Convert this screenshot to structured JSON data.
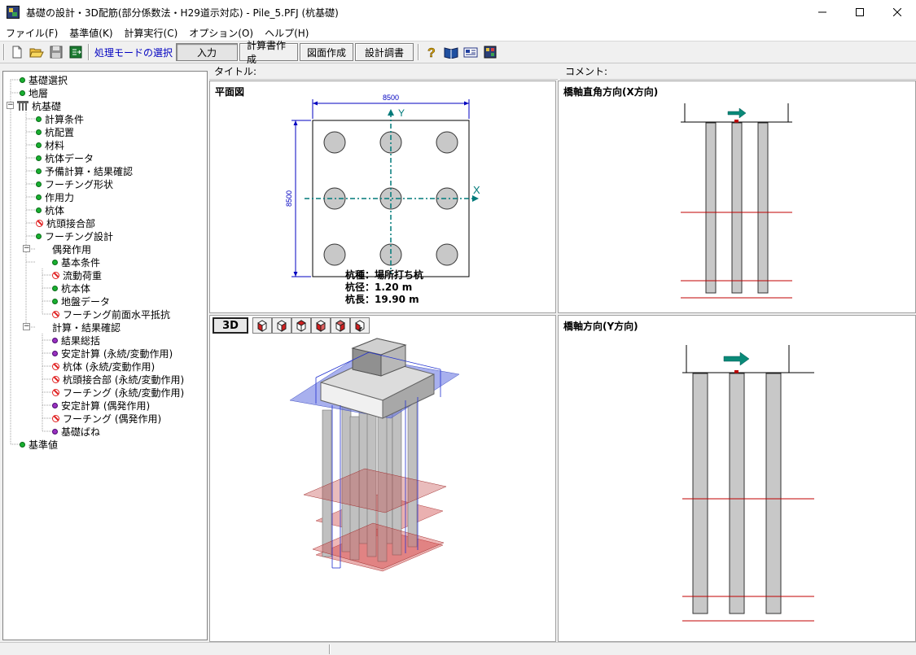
{
  "window": {
    "title": "基礎の設計・3D配筋(部分係数法・H29道示対応) - Pile_5.PFJ (杭基礎)"
  },
  "menu": [
    "ファイル(F)",
    "基準値(K)",
    "計算実行(C)",
    "オプション(O)",
    "ヘルプ(H)"
  ],
  "toolbar": {
    "mode_label": "処理モードの選択",
    "modes": [
      "入力",
      "計算書作成",
      "図面作成",
      "設計調書"
    ]
  },
  "tree": [
    {
      "label": "基礎選択",
      "status": "green"
    },
    {
      "label": "地層",
      "status": "green"
    },
    {
      "label": "杭基礎",
      "status": "folder"
    },
    {
      "label": "計算条件",
      "status": "green"
    },
    {
      "label": "杭配置",
      "status": "green"
    },
    {
      "label": "材料",
      "status": "green"
    },
    {
      "label": "杭体データ",
      "status": "green"
    },
    {
      "label": "予備計算・結果確認",
      "status": "green"
    },
    {
      "label": "フーチング形状",
      "status": "green"
    },
    {
      "label": "作用力",
      "status": "green"
    },
    {
      "label": "杭体",
      "status": "green"
    },
    {
      "label": "杭頭接合部",
      "status": "none"
    },
    {
      "label": "フーチング設計",
      "status": "green"
    },
    {
      "label": "偶発作用",
      "status": "group"
    },
    {
      "label": "基本条件",
      "status": "green"
    },
    {
      "label": "流動荷重",
      "status": "none"
    },
    {
      "label": "杭本体",
      "status": "green"
    },
    {
      "label": "地盤データ",
      "status": "green"
    },
    {
      "label": "フーチング前面水平抵抗",
      "status": "none"
    },
    {
      "label": "計算・結果確認",
      "status": "group"
    },
    {
      "label": "結果総括",
      "status": "purple"
    },
    {
      "label": "安定計算 (永続/変動作用)",
      "status": "purple"
    },
    {
      "label": "杭体 (永続/変動作用)",
      "status": "none"
    },
    {
      "label": "杭頭接合部 (永続/変動作用)",
      "status": "none"
    },
    {
      "label": "フーチング (永続/変動作用)",
      "status": "none"
    },
    {
      "label": "安定計算 (偶発作用)",
      "status": "purple"
    },
    {
      "label": "フーチング (偶発作用)",
      "status": "none"
    },
    {
      "label": "基礎ばね",
      "status": "purple"
    },
    {
      "label": "基準値",
      "status": "green"
    }
  ],
  "headers": {
    "title_label": "タイトル:",
    "comment_label": "コメント:"
  },
  "plan": {
    "title": "平面図",
    "dim_width": "8500",
    "dim_height": "8500",
    "axis_x": "X",
    "axis_y": "Y",
    "pile_type": "杭種：場所打ち杭",
    "pile_diameter": "杭径：1.20 m",
    "pile_length": "杭長：19.90 m"
  },
  "view3d": {
    "button_label": "3D"
  },
  "sideX": {
    "title": "橋軸直角方向(X方向)"
  },
  "sideY": {
    "title": "橋軸方向(Y方向)"
  },
  "colors": {
    "pile_fill": "#c8c8c8",
    "axis": "#007a7a",
    "dim": "#0000c0",
    "layer_line": "#c00000",
    "blue_plane": "#6070e0",
    "red_plane": "#d05050"
  }
}
